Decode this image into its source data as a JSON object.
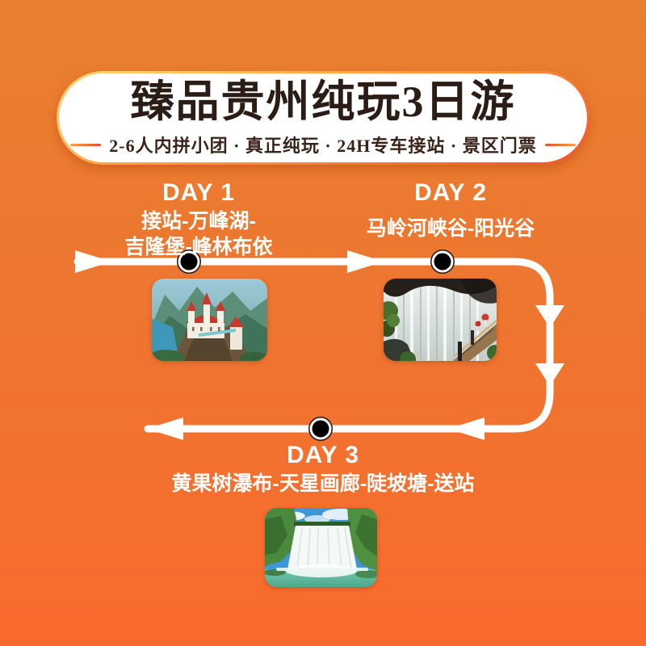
{
  "poster": {
    "banner": {
      "title": "臻品贵州纯玩3日游",
      "subtitle": "2-6人内拼小团 · 真正纯玩 · 24H专车接站 · 景区门票"
    },
    "days": [
      {
        "label": "DAY 1",
        "lines": [
          "接站-万峰湖-",
          "吉隆堡-峰林布依"
        ],
        "photo": "jilongbao-castle-lake-photo"
      },
      {
        "label": "DAY 2",
        "lines": [
          "马岭河峡谷-阳光谷"
        ],
        "photo": "malinghe-canyon-walkway-photo"
      },
      {
        "label": "DAY 3",
        "lines": [
          "黄果树瀑布-天星画廊-陡坡塘-送站"
        ],
        "photo": "huangguoshu-waterfall-photo"
      }
    ],
    "colors": {
      "background_top": "#E8802F",
      "background_bottom": "#FA6A2D",
      "banner_fill": "#FFFFFF",
      "title_text": "#2B1D15",
      "subtitle_text": "#3A2318",
      "accent_dash": "#E2512A",
      "route_line": "#FFFFFF",
      "stop_dot": "#000000",
      "day_text": "#FFFFFF"
    }
  }
}
